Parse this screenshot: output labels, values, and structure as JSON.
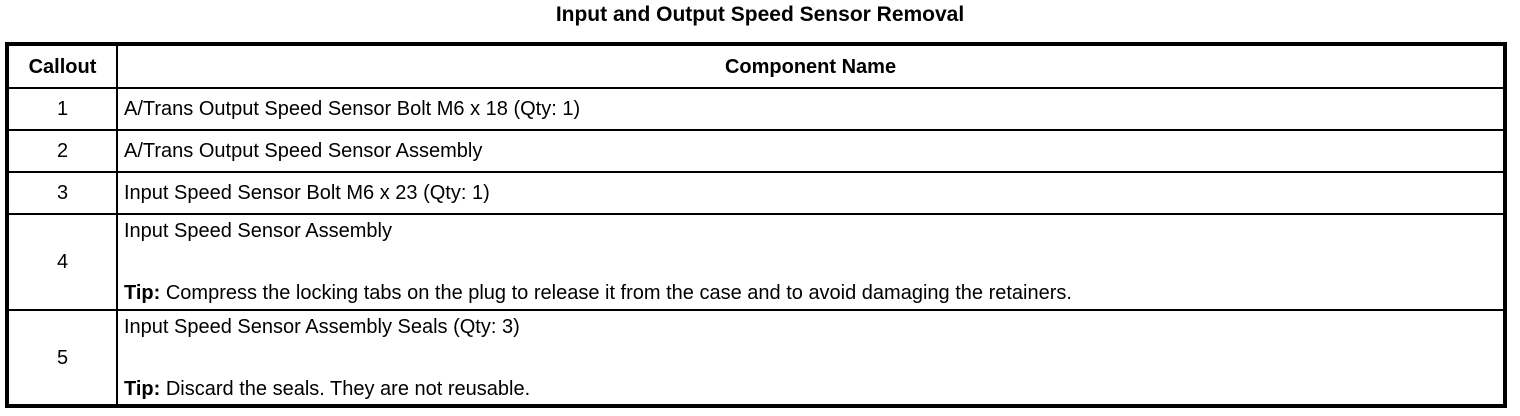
{
  "title": "Input and Output Speed Sensor Removal",
  "colors": {
    "background": "#ffffff",
    "border": "#000000",
    "text": "#000000"
  },
  "table": {
    "headers": {
      "callout": "Callout",
      "component": "Component Name"
    },
    "rows": [
      {
        "callout": "1",
        "name": "A/Trans Output Speed Sensor Bolt M6 x 18 (Qty: 1)",
        "tip_label": null,
        "tip": null
      },
      {
        "callout": "2",
        "name": "A/Trans Output Speed Sensor Assembly",
        "tip_label": null,
        "tip": null
      },
      {
        "callout": "3",
        "name": "Input Speed Sensor Bolt M6 x 23 (Qty: 1)",
        "tip_label": null,
        "tip": null
      },
      {
        "callout": "4",
        "name": "Input Speed Sensor Assembly",
        "tip_label": "Tip:",
        "tip": "Compress the locking tabs on the plug to release it from the case and to avoid damaging the retainers."
      },
      {
        "callout": "5",
        "name": "Input Speed Sensor Assembly Seals (Qty: 3)",
        "tip_label": "Tip:",
        "tip": "Discard the seals. They are not reusable."
      }
    ]
  }
}
